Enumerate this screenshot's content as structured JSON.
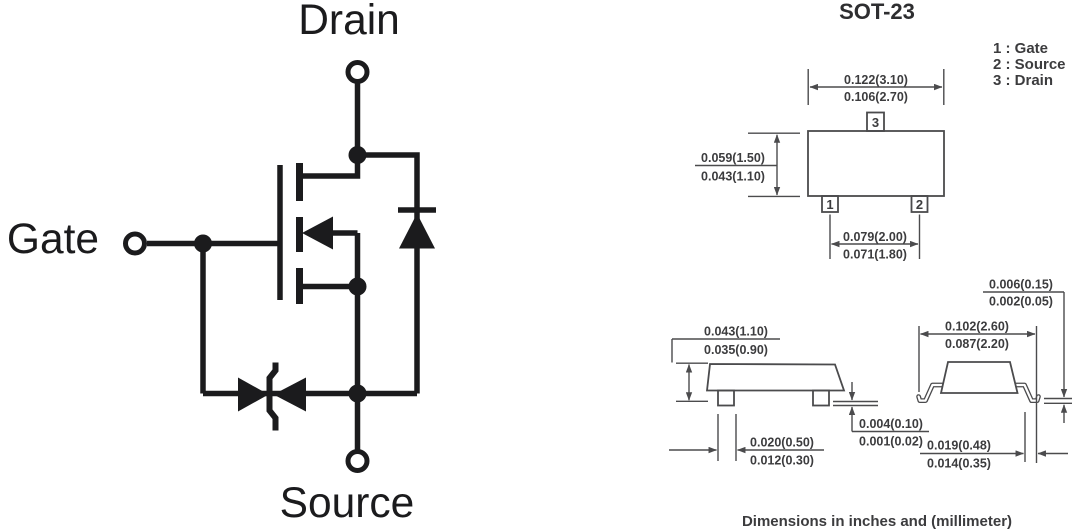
{
  "schematic": {
    "drain_label": "Drain",
    "gate_label": "Gate",
    "source_label": "Source"
  },
  "package": {
    "title": "SOT-23",
    "legend": [
      "1 : Gate",
      "2 : Source",
      "3 : Drain"
    ],
    "pins": {
      "p1": "1",
      "p2": "2",
      "p3": "3"
    },
    "dims": {
      "body_width": {
        "max": "0.122(3.10)",
        "min": "0.106(2.70)"
      },
      "body_depth": {
        "max": "0.059(1.50)",
        "min": "0.043(1.10)"
      },
      "pin_pitch": {
        "max": "0.079(2.00)",
        "min": "0.071(1.80)"
      },
      "height": {
        "max": "0.043(1.10)",
        "min": "0.035(0.90)"
      },
      "lead_width": {
        "max": "0.020(0.50)",
        "min": "0.012(0.30)"
      },
      "standoff": {
        "max": "0.004(0.10)",
        "min": "0.001(0.02)"
      },
      "lead_thickness": {
        "max": "0.006(0.15)",
        "min": "0.002(0.05)"
      },
      "lead_span": {
        "max": "0.102(2.60)",
        "min": "0.087(2.20)"
      },
      "foot_length": {
        "max": "0.019(0.48)",
        "min": "0.014(0.35)"
      }
    },
    "caption": "Dimensions in inches and (millimeter)"
  },
  "colors": {
    "schematic_ink": "#1b1b1d",
    "drawing_ink": "#4b4b4d",
    "background": "#ffffff"
  }
}
